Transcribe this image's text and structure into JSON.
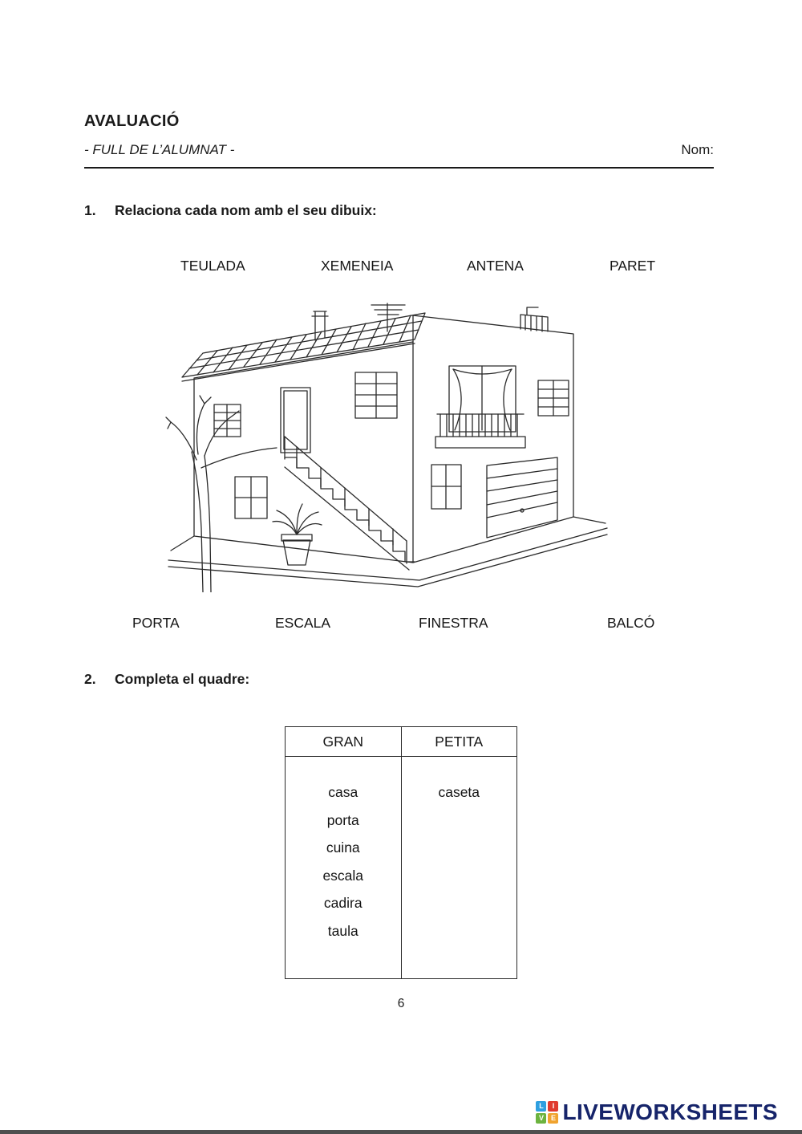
{
  "page": {
    "title": "AVALUACIÓ",
    "subtitle": "- FULL DE L’ALUMNAT -",
    "name_label": "Nom:",
    "page_number": "6"
  },
  "exercise1": {
    "number": "1.",
    "instruction": "Relaciona cada nom amb el seu dibuix:",
    "words_top": [
      "TEULADA",
      "XEMENEIA",
      "ANTENA",
      "PARET"
    ],
    "words_bottom": [
      "PORTA",
      "ESCALA",
      "FINESTRA",
      "BALCÓ"
    ]
  },
  "exercise2": {
    "number": "2.",
    "instruction": "Completa el quadre:",
    "table": {
      "headers": [
        "GRAN",
        "PETITA"
      ],
      "gran_items": [
        "casa",
        "porta",
        "cuina",
        "escala",
        "cadira",
        "taula"
      ],
      "petita_items": [
        "caseta"
      ]
    }
  },
  "illustration": {
    "description": "hand-drawn house with roof, chimney, antenna, stairs, balcony, garage, windows, tree and plant pot"
  },
  "footer": {
    "brand": "LIVEWORKSHEETS",
    "logo_letters": [
      "L",
      "I",
      "V",
      "E"
    ],
    "logo_colors": [
      "#2e9fe0",
      "#e03a2f",
      "#6cb33f",
      "#f0a32f"
    ],
    "brand_color": "#16246a"
  }
}
